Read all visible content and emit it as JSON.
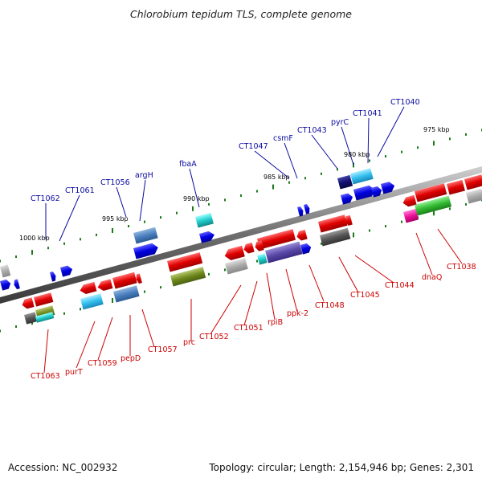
{
  "header": {
    "title": "Chlorobium tepidum TLS, complete genome"
  },
  "footer": {
    "accession": "Accession: NC_002932",
    "topology": "Topology: circular; Length: 2,154,946 bp; Genes: 2,301"
  },
  "colors": {
    "top_label": "#0a0aa0",
    "bottom_label": "#cc0000",
    "tick": "#1a7a1a",
    "backbone": "#777777"
  },
  "diagram": {
    "kbp_marks": [
      {
        "label": "975 kbp"
      },
      {
        "label": "980 kbp"
      },
      {
        "label": "985 kbp"
      },
      {
        "label": "990 kbp"
      },
      {
        "label": "995 kbp"
      },
      {
        "label": "1000 kbp"
      }
    ],
    "top_labels": [
      {
        "text": "CT1040"
      },
      {
        "text": "CT1041"
      },
      {
        "text": "pyrC"
      },
      {
        "text": "CT1043"
      },
      {
        "text": "csmF"
      },
      {
        "text": "CT1047"
      },
      {
        "text": "fbaA"
      },
      {
        "text": "argH"
      },
      {
        "text": "CT1056"
      },
      {
        "text": "CT1061"
      },
      {
        "text": "CT1062"
      }
    ],
    "bottom_labels": [
      {
        "text": "CT1038"
      },
      {
        "text": "dnaQ"
      },
      {
        "text": "CT1044"
      },
      {
        "text": "CT1045"
      },
      {
        "text": "CT1048"
      },
      {
        "text": "ppk-2"
      },
      {
        "text": "rpiB"
      },
      {
        "text": "CT1051"
      },
      {
        "text": "CT1052"
      },
      {
        "text": "prc"
      },
      {
        "text": "CT1057"
      },
      {
        "text": "pepD"
      },
      {
        "text": "CT1059"
      },
      {
        "text": "purT"
      },
      {
        "text": "CT1063"
      }
    ]
  }
}
